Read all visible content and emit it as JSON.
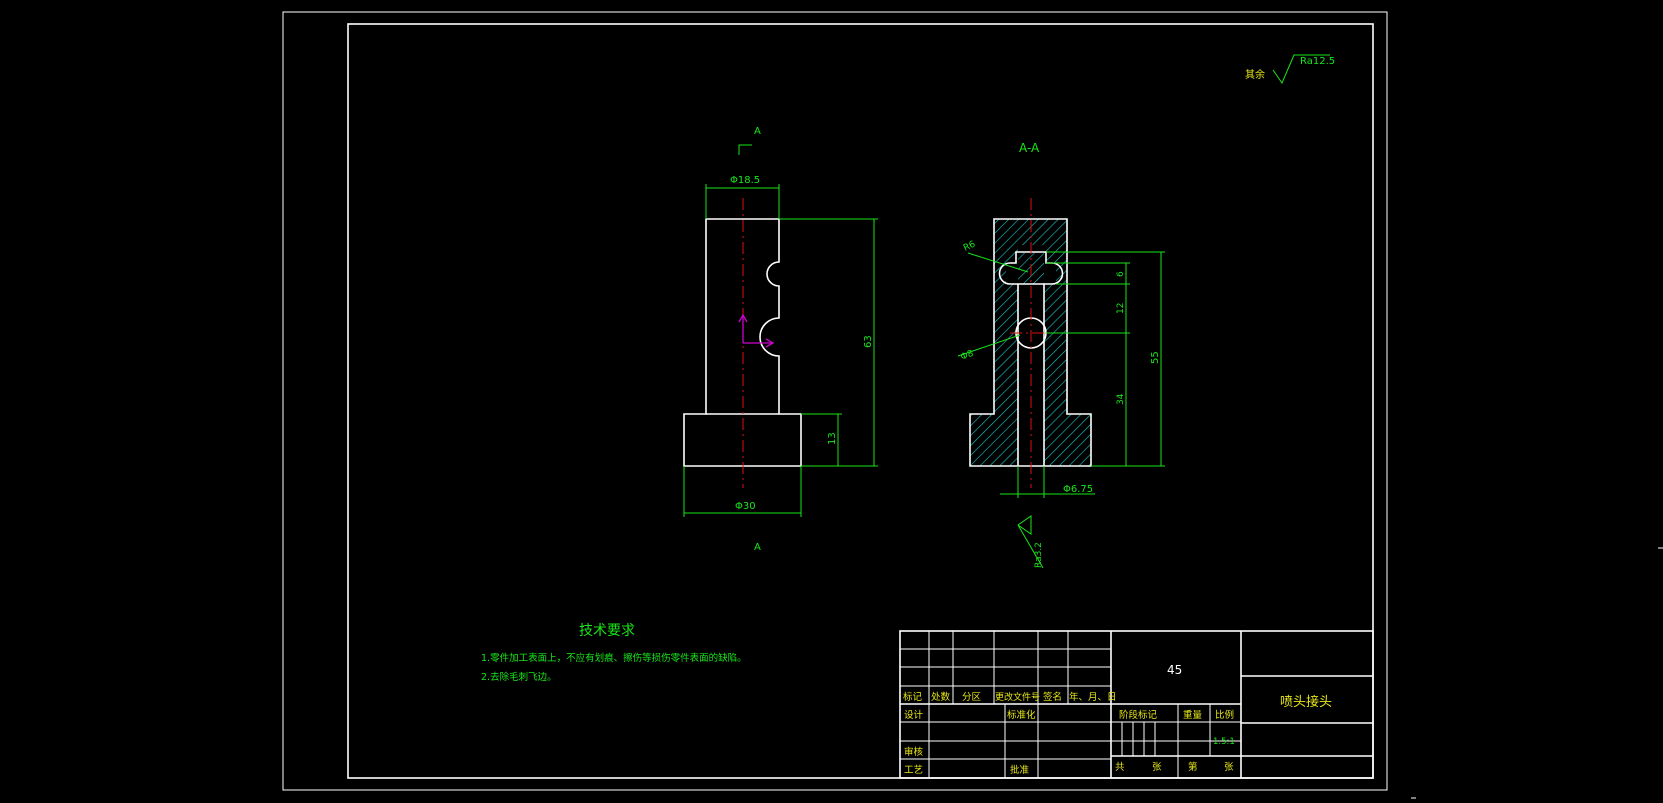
{
  "sheet": {
    "roughness_note": "其余",
    "roughness_value": "Ra12.5"
  },
  "front_view": {
    "section_mark_top": "A",
    "section_mark_bottom": "A",
    "dim_top_diameter": "Φ18.5",
    "dim_base_diameter": "Φ30",
    "dim_total_height": "63",
    "dim_base_height": "13"
  },
  "section_view": {
    "title": "A-A",
    "dim_r6": "R6",
    "dim_phi8": "Φ8",
    "dim_6": "6",
    "dim_12": "12",
    "dim_34": "34",
    "dim_55": "55",
    "dim_bore": "Φ6.75",
    "roughness_bore": "Ra3.2"
  },
  "tech_requirements": {
    "title": "技术要求",
    "items": [
      "1.零件加工表面上，不应有划痕、擦伤等损伤零件表面的缺陷。",
      "2.去除毛刺飞边。"
    ]
  },
  "title_block": {
    "material": "45",
    "part_name": "喷头接头",
    "headers": [
      "标记",
      "处数",
      "分区",
      "更改文件号",
      "签名",
      "年、月、日"
    ],
    "design": "设计",
    "standardize": "标准化",
    "review": "审核",
    "process": "工艺",
    "approve": "批准",
    "stage_mark": "阶段标记",
    "weight": "重量",
    "scale_label": "比例",
    "scale_value": "1.5:1",
    "total": "共",
    "sheets": "张",
    "page": "第",
    "sheet2": "张"
  }
}
